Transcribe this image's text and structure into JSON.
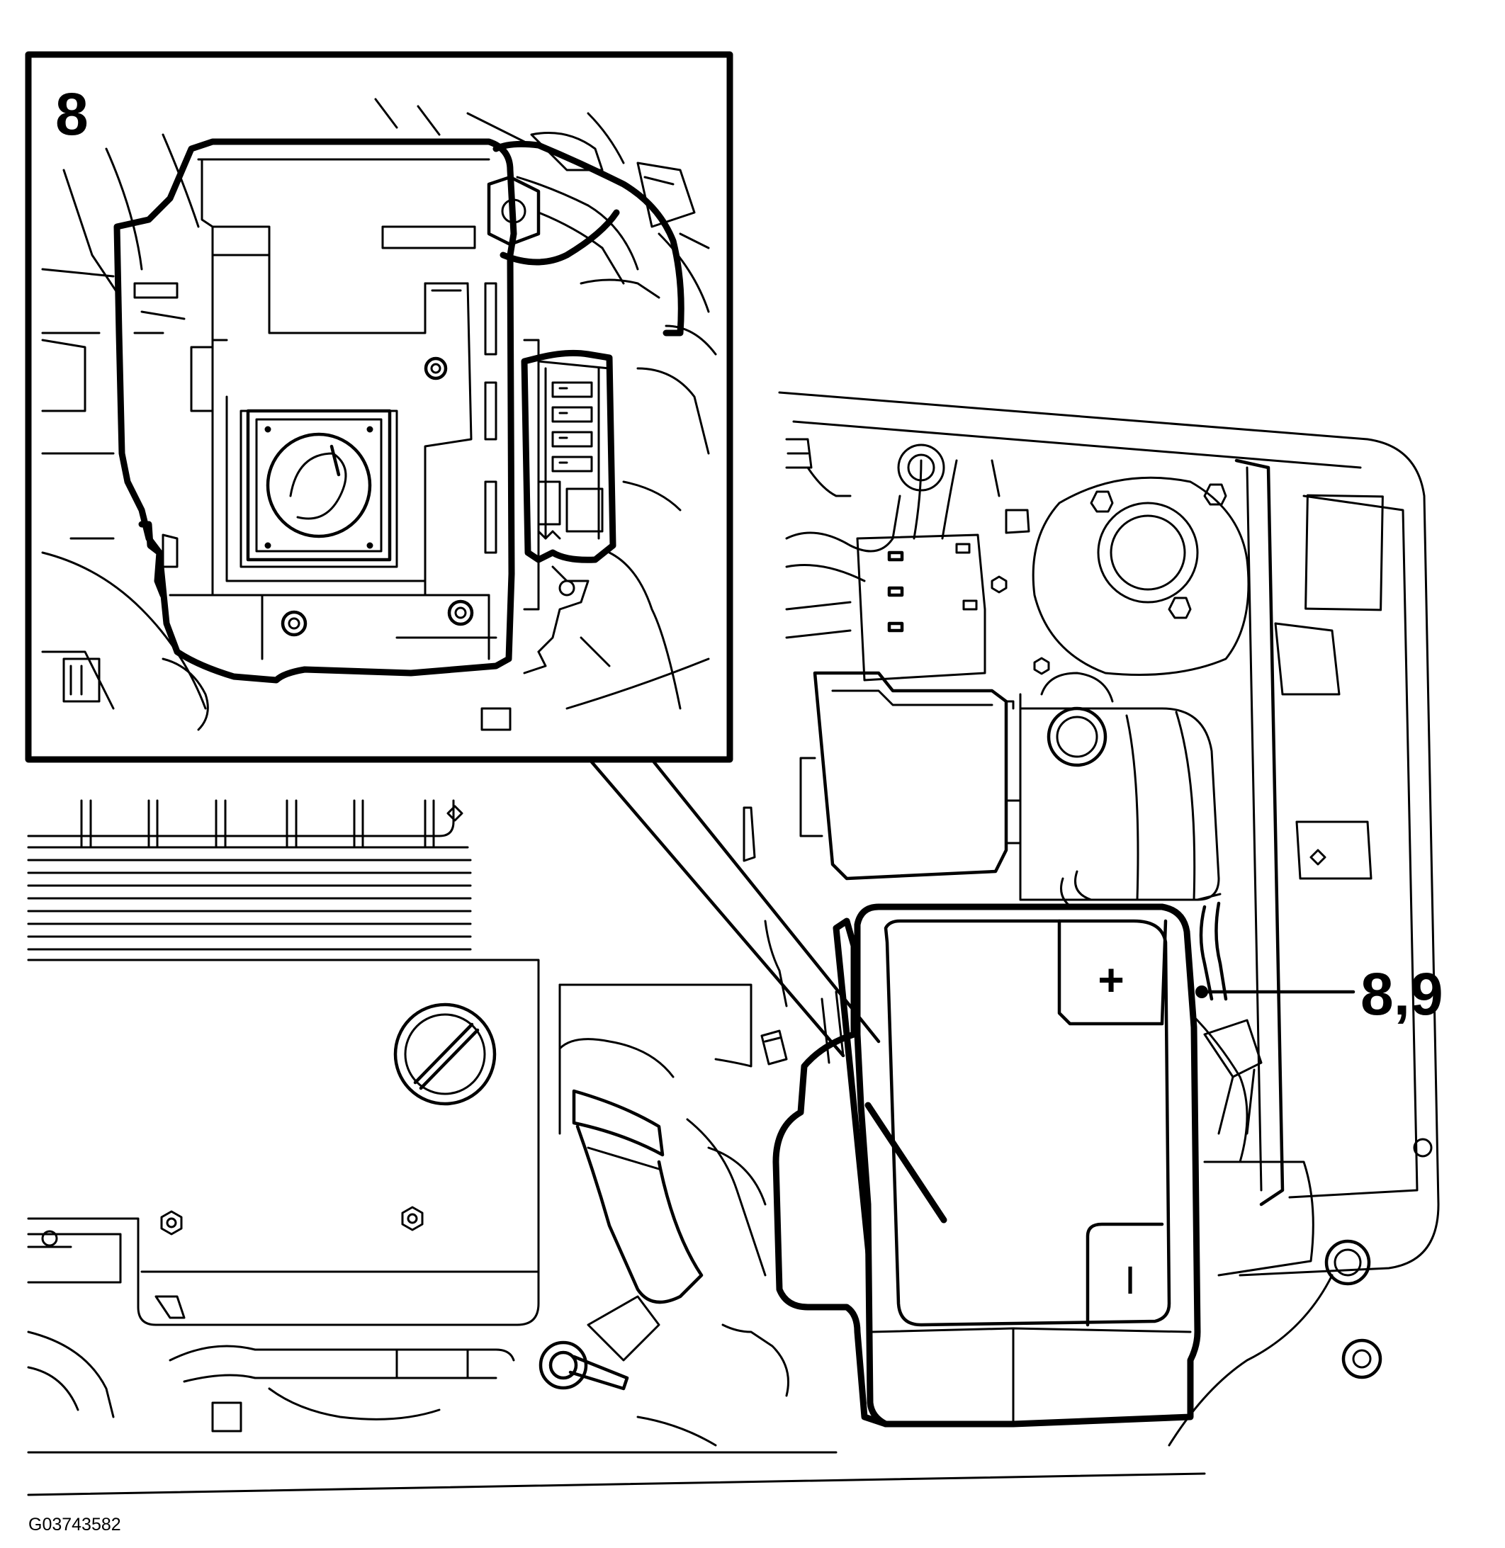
{
  "callouts": {
    "inset_step": "8",
    "battery_cover_steps": "8,9"
  },
  "battery_symbols": {
    "positive": "+",
    "negative": "I"
  },
  "figure_id": "G03743582",
  "colors": {
    "line": "#000000",
    "background": "#ffffff"
  }
}
